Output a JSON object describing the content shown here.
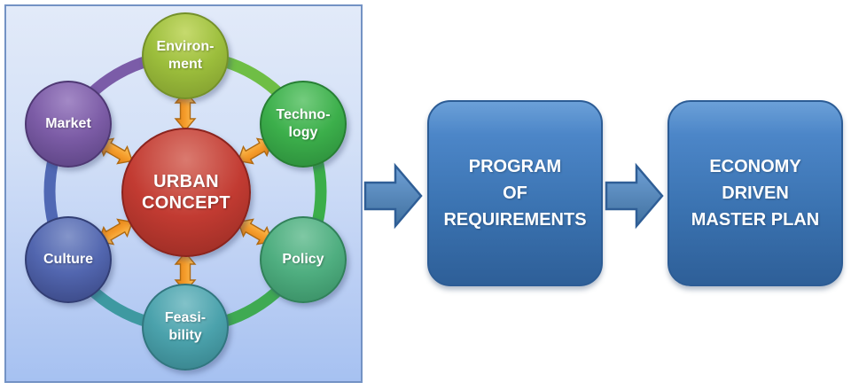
{
  "diagram": {
    "center": {
      "label": "URBAN\nCONCEPT",
      "color": "#C23B32"
    },
    "nodes": [
      {
        "id": "environment",
        "label": "Environ-\nment",
        "color": "#9CBE3C"
      },
      {
        "id": "market",
        "label": "Market",
        "color": "#7C5CA6"
      },
      {
        "id": "technology",
        "label": "Techno-\nlogy",
        "color": "#3CAF4B"
      },
      {
        "id": "culture",
        "label": "Culture",
        "color": "#5266AF"
      },
      {
        "id": "policy",
        "label": "Policy",
        "color": "#4FAE80"
      },
      {
        "id": "feasibility",
        "label": "Feasi-\nbility",
        "color": "#4BA2AC"
      }
    ],
    "ring_segment_colors": {
      "market_environment": "#7B5CA8",
      "environment_technology": "#6FBE45",
      "technology_policy": "#3BAE4A",
      "policy_feasibility": "#3FAA52",
      "feasibility_culture": "#3E99A1",
      "culture_market": "#5068B4"
    },
    "connector_arrow_color": "#F59D2C",
    "panel_background_top": "#E2EAF9",
    "panel_background_bottom": "#A6C1F1",
    "panel_border_color": "#7392C4"
  },
  "flow": {
    "steps": [
      {
        "label": "PROGRAM\nOF\nREQUIREMENTS"
      },
      {
        "label": "ECONOMY\nDRIVEN\nMASTER PLAN"
      }
    ],
    "arrow_color": "#4F81BD",
    "box_color_top": "#4C86C8",
    "box_color_bottom": "#2E5F98",
    "box_text_color": "#FFFFFF"
  }
}
